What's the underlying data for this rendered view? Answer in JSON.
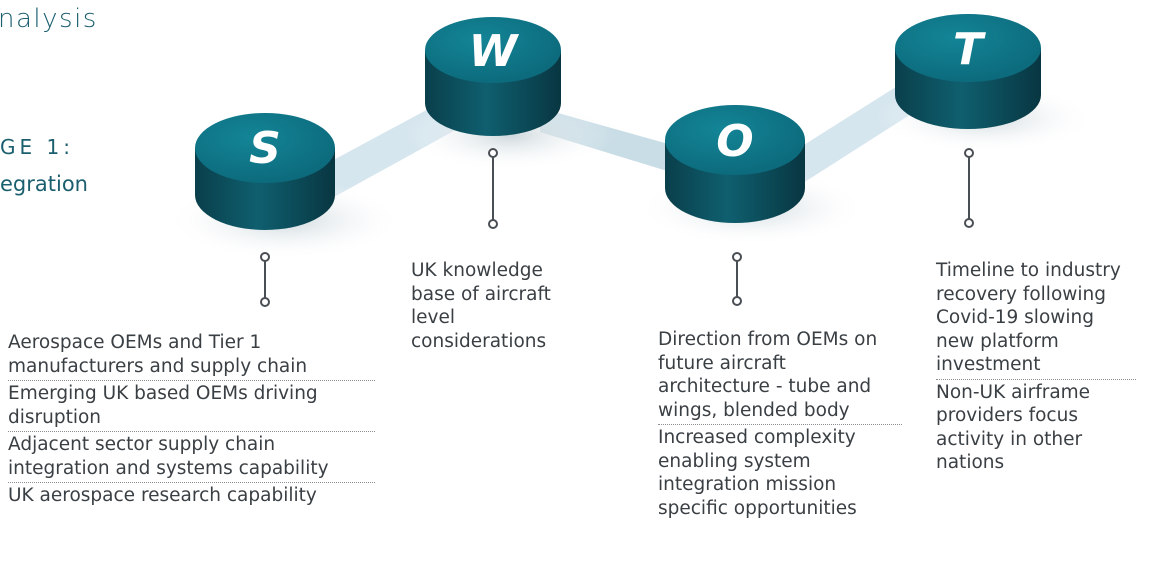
{
  "header": {
    "title_fragment": "nalysis",
    "stage_label": "GE 1:",
    "stage_subtitle": "egration"
  },
  "colors": {
    "cylinder_top": "#0d7689",
    "cylinder_side": "#0c4d5b",
    "connector": "#d6e6ee",
    "pin": "#4a4f55",
    "heading": "#1b5f6e"
  },
  "swot": [
    {
      "letter": "S",
      "items": [
        "Aerospace OEMs and Tier 1 manufacturers and supply chain",
        "Emerging UK based OEMs driving disruption",
        "Adjacent sector supply chain integration and systems capability",
        "UK aerospace research capability"
      ]
    },
    {
      "letter": "W",
      "items": [
        "UK knowledge base of aircraft level considerations"
      ]
    },
    {
      "letter": "O",
      "items": [
        "Direction from OEMs on future aircraft architecture - tube and wings, blended body",
        "Increased complexity enabling system integration mission specific opportunities"
      ]
    },
    {
      "letter": "T",
      "items": [
        "Timeline to industry recovery following Covid-19 slowing new platform investment",
        "Non-UK airframe providers focus activity in other nations"
      ]
    }
  ]
}
